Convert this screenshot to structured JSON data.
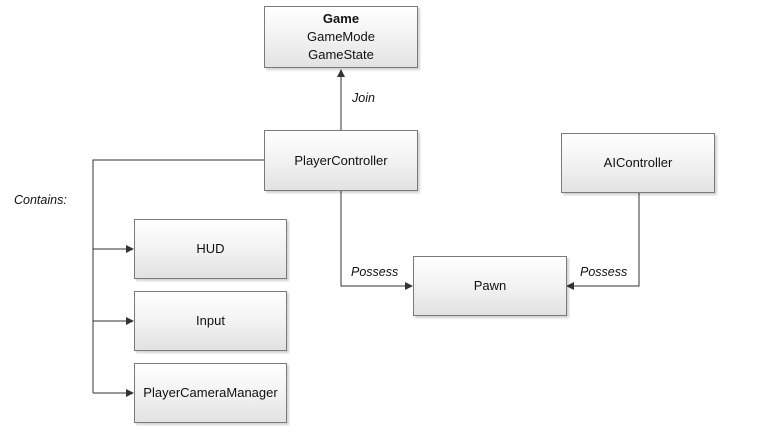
{
  "nodes": {
    "game": {
      "title": "Game",
      "line1": "GameMode",
      "line2": "GameState"
    },
    "player_controller": "PlayerController",
    "ai_controller": "AIController",
    "hud": "HUD",
    "input": "Input",
    "player_camera_manager": "PlayerCameraManager",
    "pawn": "Pawn"
  },
  "edges": {
    "join": "Join",
    "contains": "Contains:",
    "possess_player": "Possess",
    "possess_ai": "Possess"
  }
}
